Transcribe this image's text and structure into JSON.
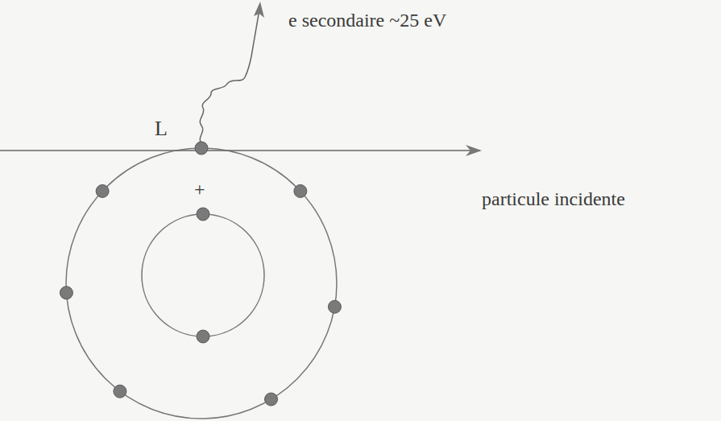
{
  "diagram": {
    "labels": [
      "e secondaire ~25 eV",
      "L",
      "+",
      "particule incidente"
    ]
  }
}
